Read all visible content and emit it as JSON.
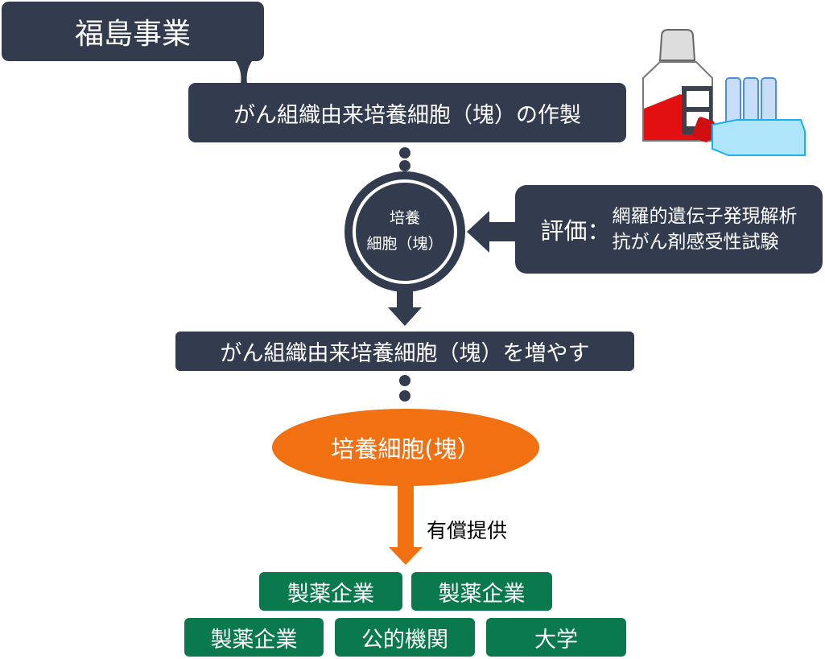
{
  "title": "福島事業",
  "step1": "がん組織由来培養細胞（塊）の作製",
  "circle": {
    "line1": "培養",
    "line2": "細胞（塊）"
  },
  "evaluation": {
    "label": "評価：",
    "item1": "網羅的遺伝子発現解析",
    "item2": "抗がん剤感受性試験"
  },
  "step2": "がん組織由来培養細胞（塊）を増やす",
  "product": "培養細胞(塊）",
  "arrow_label": "有償提供",
  "recipients": [
    "製薬企業",
    "製薬企業",
    "製薬企業",
    "公的機関",
    "大学"
  ],
  "colors": {
    "dark": "#333c4e",
    "orange": "#f07012",
    "green": "#0a7a4e"
  }
}
